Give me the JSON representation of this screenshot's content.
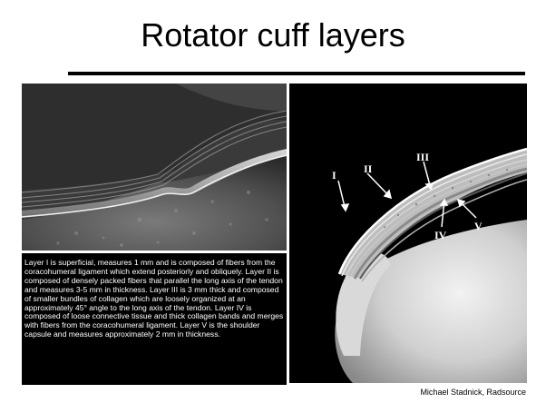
{
  "slide": {
    "title": "Rotator cuff layers",
    "caption": "Layer I is superficial, measures 1 mm and is composed of fibers from the coracohumeral ligament which extend posteriorly and obliquely. Layer II is composed of densely packed fibers that parallel the long axis of the tendon and measures 3-5 mm in thickness. Layer III is 3 mm thick and composed of smaller bundles of collagen which are loosely organized at an approximately 45° angle to the long axis of the tendon. Layer IV is composed of loose connective tissue and thick collagen bands and merges with fibers from the coracohumeral ligament. Layer V is the shoulder capsule and measures approximately 2 mm in thickness.",
    "credit": "Michael Stadnick, Radsource",
    "diagram_labels": {
      "layer_1": "I",
      "layer_2": "II",
      "layer_3": "III",
      "layer_4": "IV",
      "layer_5": "V"
    }
  }
}
